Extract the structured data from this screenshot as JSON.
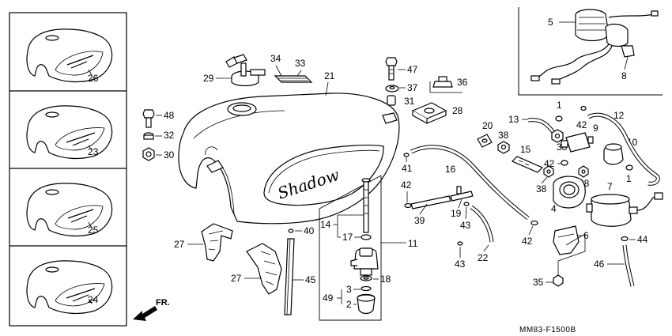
{
  "callouts": {
    "c1a": "1",
    "c1b": "1",
    "c2": "2",
    "c3": "3",
    "c4": "4",
    "c5": "5",
    "c6": "6",
    "c7": "7",
    "c8": "8",
    "c9": "9",
    "c10": "10",
    "c11": "11",
    "c12": "12",
    "c13": "13",
    "c14": "14",
    "c15": "15",
    "c16": "16",
    "c17": "17",
    "c18": "18",
    "c19": "19",
    "c20": "20",
    "c21": "21",
    "c22": "22",
    "c23": "23",
    "c24": "24",
    "c25": "25",
    "c26": "26",
    "c27a": "27",
    "c27b": "27",
    "c28": "28",
    "c29": "29",
    "c30": "30",
    "c31": "31",
    "c32": "32",
    "c33": "33",
    "c34": "34",
    "c35": "35",
    "c36": "36",
    "c37": "37",
    "c38a": "38",
    "c38b": "38",
    "c38c": "38",
    "c38d": "38",
    "c39": "39",
    "c40": "40",
    "c41": "41",
    "c42a": "42",
    "c42b": "42",
    "c42c": "42",
    "c42d": "42",
    "c43a": "43",
    "c43b": "43",
    "c44": "44",
    "c45": "45",
    "c46": "46",
    "c47": "47",
    "c48": "48",
    "c49": "49"
  },
  "tank_emblem_text": "Shadow",
  "direction_label": "FR.",
  "diagram_code": "MM83-F1500B"
}
